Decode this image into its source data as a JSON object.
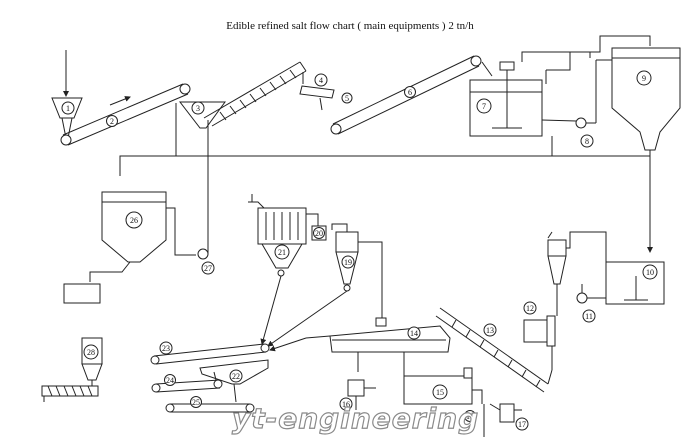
{
  "title": "Edible refined salt flow chart ( main equipments ) 2 tn/h",
  "watermark": "yt-engineering",
  "equipment_numbers": {
    "n1": "1",
    "n2": "2",
    "n3": "3",
    "n4": "4",
    "n5": "5",
    "n6": "6",
    "n7": "7",
    "n8": "8",
    "n9": "9",
    "n10": "10",
    "n11": "11",
    "n12": "12",
    "n13": "13",
    "n14": "14",
    "n15": "15",
    "n16": "16",
    "n17": "17",
    "n18": "18",
    "n19": "19",
    "n20": "20",
    "n21": "21",
    "n22": "22",
    "n23": "23",
    "n24": "24",
    "n25": "25",
    "n26": "26",
    "n27": "27",
    "n28": "28"
  }
}
